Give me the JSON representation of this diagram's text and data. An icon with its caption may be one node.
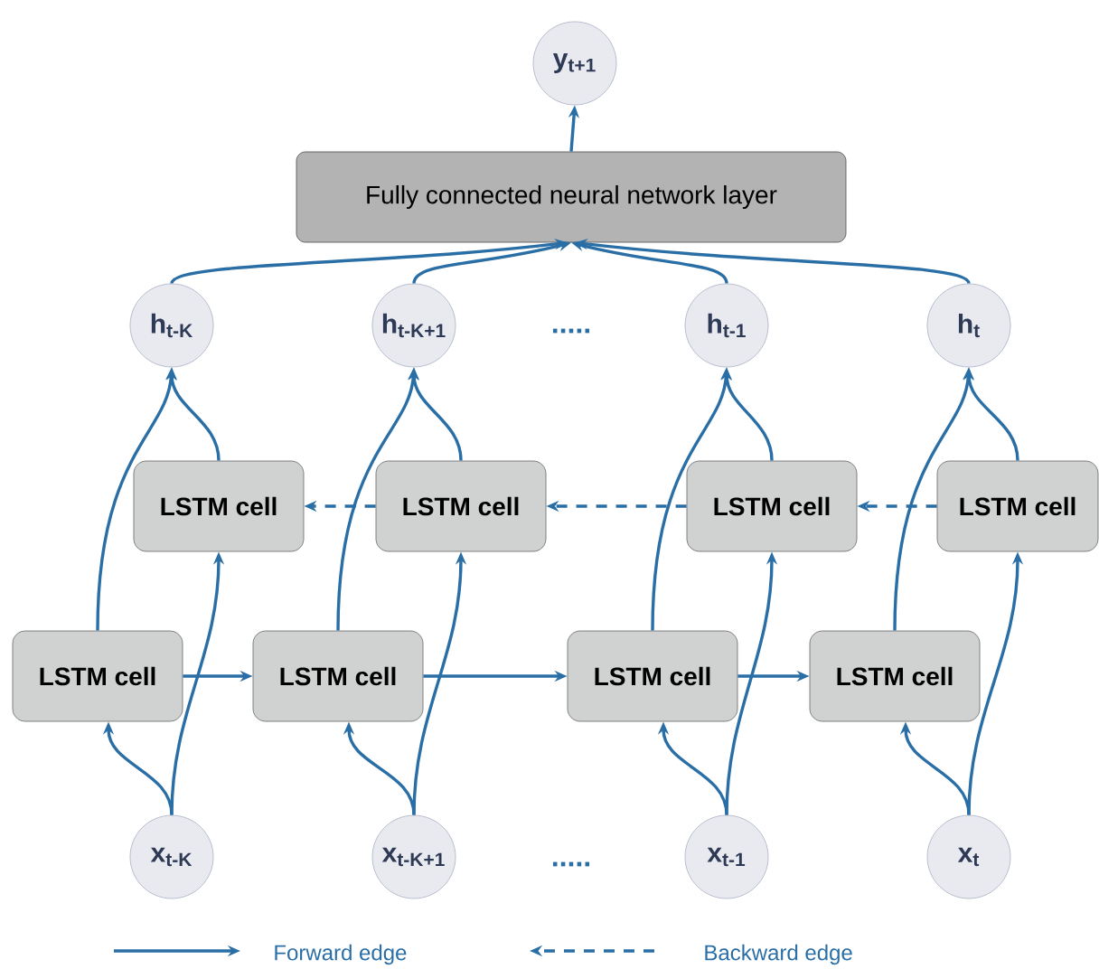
{
  "diagram": {
    "nodes": [
      {
        "text": [
          "y$_{t+1}$"
        ]
      },
      {
        "text": [
          "Fully connected neural network layer"
        ]
      },
      {
        "text": [
          "h$_{t-K}$"
        ]
      },
      {
        "text": [
          "h$_{t-K+1}$"
        ]
      },
      {
        "text": [
          "h$_{t-1}$"
        ]
      },
      {
        "text": [
          "h$_{t}$"
        ]
      },
      {
        "text": [
          "LSTM cell"
        ]
      },
      {
        "text": [
          "LSTM cell"
        ]
      },
      {
        "text": [
          "LSTM cell"
        ]
      },
      {
        "text": [
          "LSTM cell"
        ]
      },
      {
        "text": [
          "LSTM cell"
        ]
      },
      {
        "text": [
          "LSTM cell"
        ]
      },
      {
        "text": [
          "LSTM cell"
        ]
      },
      {
        "text": [
          "LSTM cell"
        ]
      },
      {
        "text": [
          "x$_{t-K}$"
        ]
      },
      {
        "text": [
          "x$_{t-K+1}$"
        ]
      },
      {
        "text": [
          "x$_{t-1}$"
        ]
      },
      {
        "text": [
          "x$_{t}$"
        ]
      }
    ],
    "edges": [
      {
        "from": 1,
        "to": 0,
        "arrow": "to"
      },
      {
        "from": 2,
        "to": 1,
        "arrow": "to"
      },
      {
        "from": 3,
        "to": 1,
        "arrow": "to"
      },
      {
        "from": 4,
        "to": 1,
        "arrow": "to"
      },
      {
        "from": 5,
        "to": 1,
        "arrow": "to"
      },
      {
        "from": 10,
        "to": 2,
        "arrow": "to"
      },
      {
        "from": 6,
        "to": 2,
        "arrow": "to"
      },
      {
        "from": 11,
        "to": 3,
        "arrow": "to"
      },
      {
        "from": 7,
        "to": 3,
        "arrow": "to"
      },
      {
        "from": 12,
        "to": 4,
        "arrow": "to"
      },
      {
        "from": 8,
        "to": 4,
        "arrow": "to"
      },
      {
        "from": 13,
        "to": 5,
        "arrow": "to"
      },
      {
        "from": 9,
        "to": 5,
        "arrow": "to"
      },
      {
        "from": 7,
        "to": 6,
        "arrow": "to",
        "style": "dashed"
      },
      {
        "from": 8,
        "to": 7,
        "arrow": "to",
        "style": "dashed"
      },
      {
        "from": 9,
        "to": 8,
        "arrow": "to",
        "style": "dashed"
      },
      {
        "from": 10,
        "to": 11,
        "arrow": "to"
      },
      {
        "from": 11,
        "to": 12,
        "arrow": "to"
      },
      {
        "from": 12,
        "to": 13,
        "arrow": "to"
      },
      {
        "from": 14,
        "to": 10,
        "arrow": "to"
      },
      {
        "from": 14,
        "to": 6,
        "arrow": "to"
      },
      {
        "from": 15,
        "to": 11,
        "arrow": "to"
      },
      {
        "from": 15,
        "to": 7,
        "arrow": "to"
      },
      {
        "from": 16,
        "to": 12,
        "arrow": "to"
      },
      {
        "from": 16,
        "to": 8,
        "arrow": "to"
      },
      {
        "from": 17,
        "to": 13,
        "arrow": "to"
      },
      {
        "from": 17,
        "to": 9,
        "arrow": "to"
      }
    ],
    "labels": [
      ".....",
      "....."
    ],
    "legend": [
      {
        "text": "Forward edge"
      },
      {
        "text": "Backward edge"
      }
    ]
  }
}
